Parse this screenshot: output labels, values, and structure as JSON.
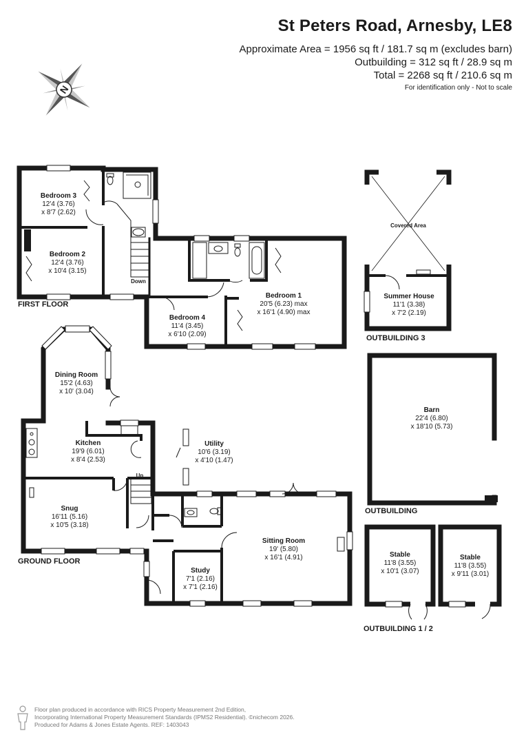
{
  "header": {
    "title": "St Peters Road, Arnesby, LE8",
    "area_main": "Approximate Area = 1956 sq ft / 181.7 sq m (excludes barn)",
    "area_outbuilding": "Outbuilding = 312 sq ft / 28.9 sq m",
    "area_total": "Total = 2268 sq ft / 210.6 sq m",
    "identification": "For identification only - Not to scale"
  },
  "compass": {
    "letter": "N"
  },
  "floors": {
    "first": "FIRST FLOOR",
    "ground": "GROUND FLOOR",
    "outbuilding3": "OUTBUILDING 3",
    "outbuilding": "OUTBUILDING",
    "outbuilding12": "OUTBUILDING 1 / 2"
  },
  "rooms": {
    "bedroom3": {
      "name": "Bedroom 3",
      "dim1": "12'4 (3.76)",
      "dim2": "x 8'7 (2.62)"
    },
    "bedroom2": {
      "name": "Bedroom 2",
      "dim1": "12'4 (3.76)",
      "dim2": "x 10'4 (3.15)"
    },
    "bedroom1": {
      "name": "Bedroom 1",
      "dim1": "20'5 (6.23) max",
      "dim2": "x 16'1 (4.90) max"
    },
    "bedroom4": {
      "name": "Bedroom 4",
      "dim1": "11'4 (3.45)",
      "dim2": "x 6'10 (2.09)"
    },
    "down": "Down",
    "up": "Up",
    "covered_area": "Covered Area",
    "summer_house": {
      "name": "Summer House",
      "dim1": "11'1 (3.38)",
      "dim2": "x 7'2 (2.19)"
    },
    "dining_room": {
      "name": "Dining Room",
      "dim1": "15'2 (4.63)",
      "dim2": "x 10' (3.04)"
    },
    "kitchen": {
      "name": "Kitchen",
      "dim1": "19'9 (6.01)",
      "dim2": "x 8'4 (2.53)"
    },
    "utility": {
      "name": "Utility",
      "dim1": "10'6 (3.19)",
      "dim2": "x 4'10 (1.47)"
    },
    "snug": {
      "name": "Snug",
      "dim1": "16'11 (5.16)",
      "dim2": "x 10'5 (3.18)"
    },
    "sitting_room": {
      "name": "Sitting Room",
      "dim1": "19' (5.80)",
      "dim2": "x 16'1 (4.91)"
    },
    "study": {
      "name": "Study",
      "dim1": "7'1 (2.16)",
      "dim2": "x 7'1 (2.16)"
    },
    "barn": {
      "name": "Barn",
      "dim1": "22'4 (6.80)",
      "dim2": "x 18'10 (5.73)"
    },
    "stable1": {
      "name": "Stable",
      "dim1": "11'8 (3.55)",
      "dim2": "x 10'1 (3.07)"
    },
    "stable2": {
      "name": "Stable",
      "dim1": "11'8 (3.55)",
      "dim2": "x 9'11 (3.01)"
    }
  },
  "footer": {
    "line1": "Floor plan produced in accordance with RICS Property Measurement 2nd Edition,",
    "line2": "Incorporating International Property Measurement Standards (IPMS2 Residential).  ©nichecom 2026.",
    "line3": "Produced for Adams & Jones Estate Agents.   REF:  1403043"
  },
  "colors": {
    "wall": "#1a1a1a",
    "window": "#ffffff",
    "compass_dark": "#555555",
    "compass_light": "#c8c8c8"
  }
}
